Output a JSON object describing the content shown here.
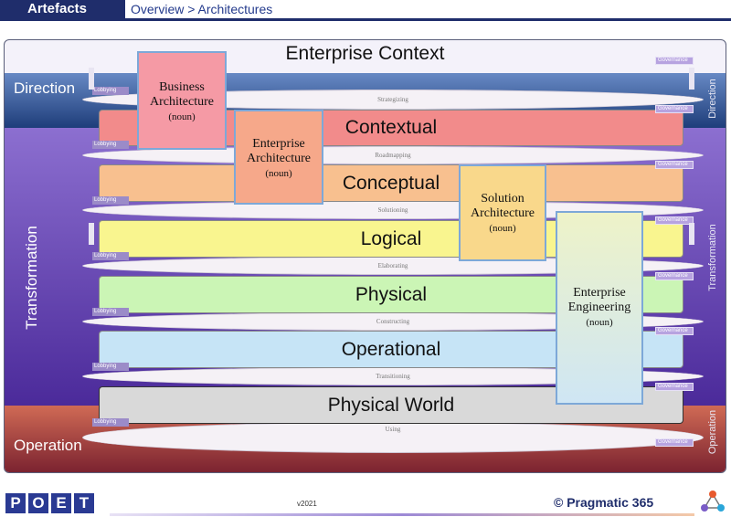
{
  "header": {
    "tab_label": "Artefacts",
    "breadcrumb": "Overview > Architectures"
  },
  "diagram": {
    "context_title": "Enterprise Context",
    "zones": {
      "direction": "Direction",
      "transformation": "Transformation",
      "operation": "Operation"
    },
    "layers": [
      "Contextual",
      "Conceptual",
      "Logical",
      "Physical",
      "Operational",
      "Physical World"
    ],
    "transitions": [
      "Strategizing",
      "Roadmapping",
      "Solutioning",
      "Elaborating",
      "Constructing",
      "Transitioning",
      "Using"
    ],
    "governance_label": "Governance",
    "lobbying_label": "Lobbying",
    "architectures": [
      {
        "line1": "Business",
        "line2": "Architecture",
        "noun": "(noun)"
      },
      {
        "line1": "Enterprise",
        "line2": "Architecture",
        "noun": "(noun)"
      },
      {
        "line1": "Solution",
        "line2": "Architecture",
        "noun": "(noun)"
      },
      {
        "line1": "Enterprise",
        "line2": "Engineering",
        "noun": "(noun)"
      }
    ]
  },
  "footer": {
    "logo_letters": [
      "P",
      "O",
      "E",
      "T"
    ],
    "version": "v2021",
    "brand": "© Pragmatic 365"
  },
  "colors": {
    "header": "#1f2d6b",
    "direction": "#3b5a9b",
    "transformation": "#6a4bb5",
    "operation": "#a23a3c",
    "contextual": "#f28b8b",
    "conceptual": "#f8c08f",
    "logical": "#f9f58f",
    "physical": "#cbf5b5",
    "operational": "#c6e4f6",
    "physical_world": "#d9d9d9"
  }
}
